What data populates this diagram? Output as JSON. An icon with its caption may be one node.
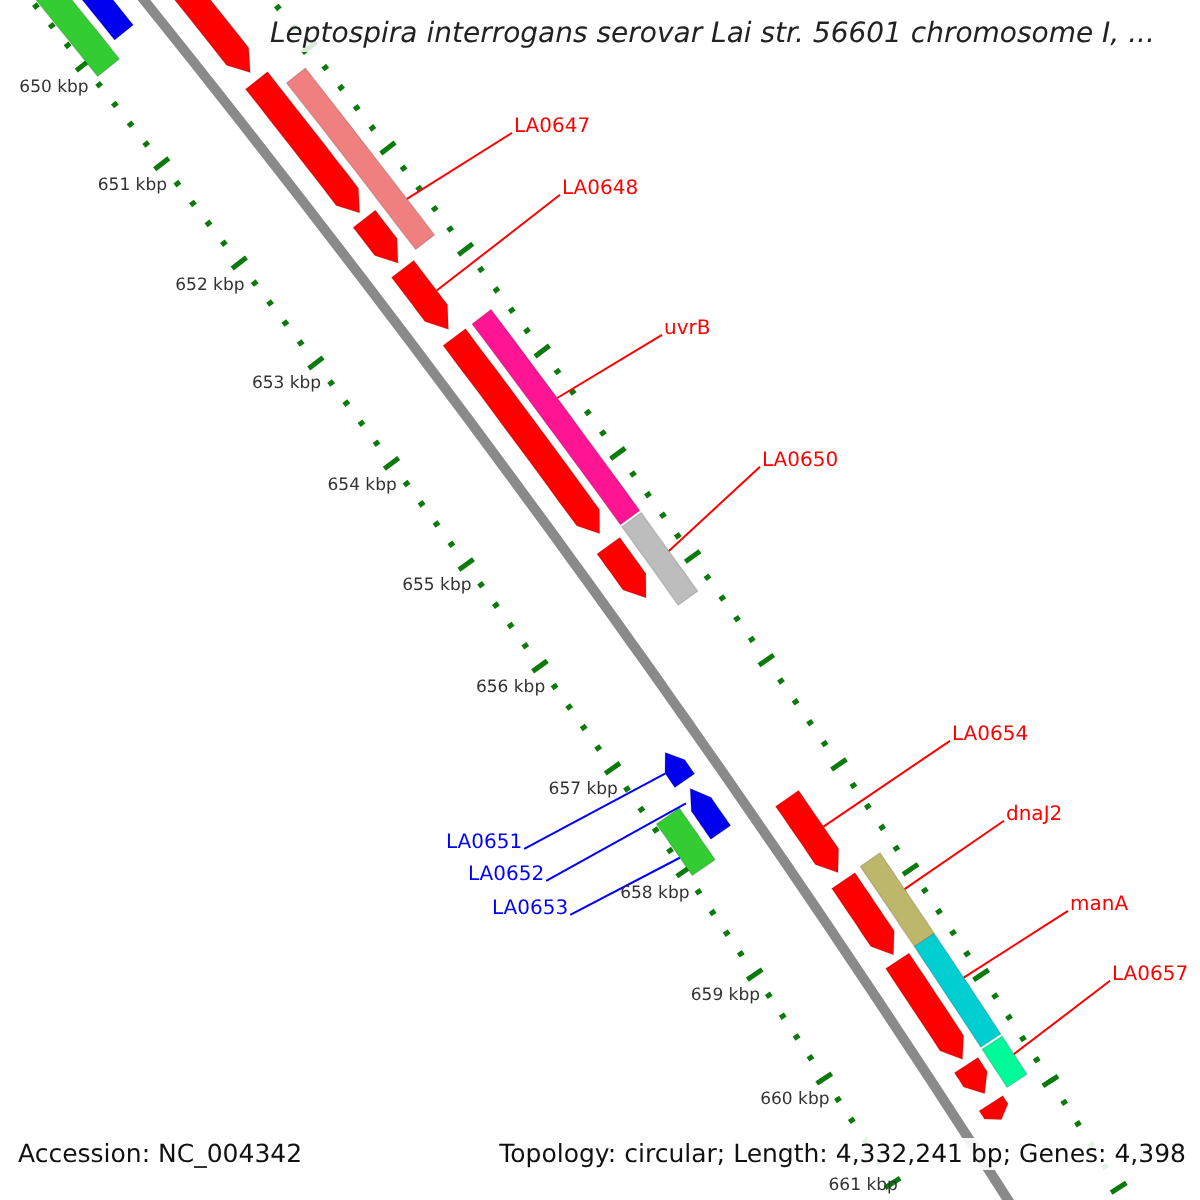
{
  "diagram": {
    "title": "Leptospira interrogans serovar Lai str. 56601 chromosome I, ...",
    "nodes": [
      {
        "text": [
          "LA0647"
        ]
      },
      {
        "text": [
          "LA0648"
        ]
      },
      {
        "text": [
          "uvrB"
        ]
      },
      {
        "text": [
          "LA0650"
        ]
      },
      {
        "text": [
          "LA0654"
        ]
      },
      {
        "text": [
          "LA0651"
        ]
      },
      {
        "text": [
          "dnaJ2"
        ]
      },
      {
        "text": [
          "LA0652"
        ]
      },
      {
        "text": [
          "LA0653"
        ]
      },
      {
        "text": [
          "manA"
        ]
      },
      {
        "text": [
          "LA0657"
        ]
      },
      {
        "text": [],
        "shape": "bar"
      },
      {
        "text": [],
        "shape": "arrow"
      },
      {
        "text": [],
        "shape": "bar"
      },
      {
        "text": [],
        "shape": "bar"
      },
      {
        "text": [],
        "shape": "arrow"
      },
      {
        "text": [],
        "shape": "arrow"
      },
      {
        "text": [],
        "shape": "bar"
      },
      {
        "text": [],
        "shape": "arrow"
      },
      {
        "text": [],
        "shape": "bar"
      },
      {
        "text": [],
        "shape": "bar"
      },
      {
        "text": [],
        "shape": "bar"
      },
      {
        "text": [],
        "shape": "bar"
      },
      {
        "text": [],
        "shape": "arrow"
      },
      {
        "text": [],
        "shape": "arrow"
      },
      {
        "text": [],
        "shape": "arrow"
      },
      {
        "text": [],
        "shape": "arrow"
      },
      {
        "text": [],
        "shape": "arrow"
      },
      {
        "text": [],
        "shape": "arrow"
      },
      {
        "text": [],
        "shape": "arrow"
      },
      {
        "text": [],
        "shape": "arrow"
      },
      {
        "text": [],
        "shape": "arrow"
      },
      {
        "text": [],
        "shape": "arrow"
      }
    ],
    "edges": [
      {
        "from": 0,
        "to": 11,
        "arrow": "none"
      },
      {
        "from": 1,
        "to": 12,
        "arrow": "none"
      },
      {
        "from": 2,
        "to": 13,
        "arrow": "none"
      },
      {
        "from": 3,
        "to": 14,
        "arrow": "none"
      },
      {
        "from": 4,
        "to": 15,
        "arrow": "none"
      },
      {
        "from": 5,
        "to": 16,
        "arrow": "none",
        "color": "#0000ff"
      },
      {
        "from": 6,
        "to": 17,
        "arrow": "none"
      },
      {
        "from": 7,
        "to": 18,
        "arrow": "none",
        "color": "#0000ff"
      },
      {
        "from": 8,
        "to": 19,
        "arrow": "none",
        "color": "#0000ff"
      },
      {
        "from": 9,
        "to": 20,
        "arrow": "none"
      },
      {
        "from": 10,
        "to": 21,
        "arrow": "none"
      }
    ],
    "labels": [
      "650 kbp",
      "651 kbp",
      "652 kbp",
      "653 kbp",
      "654 kbp",
      "655 kbp",
      "656 kbp",
      "657 kbp",
      "658 kbp",
      "659 kbp",
      "660 kbp",
      "661 kbp",
      "Accession: NC_004342",
      "Topology: circular; Length: 4,332,241 bp; Genes: 4,398"
    ]
  }
}
